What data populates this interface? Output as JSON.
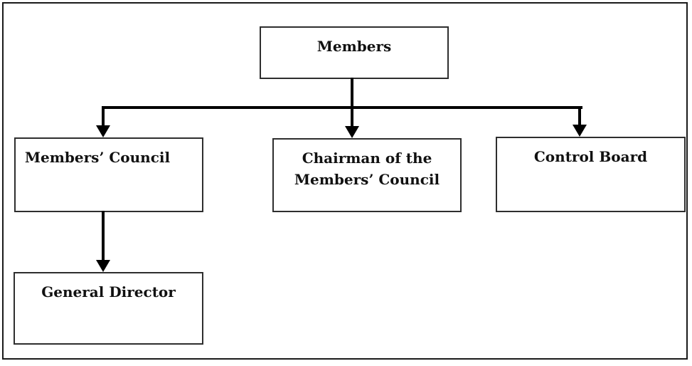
{
  "diagram": {
    "type": "org-chart",
    "nodes": {
      "members": {
        "label": "Members"
      },
      "members_council": {
        "label": "Members’ Council"
      },
      "chairman": {
        "label": "Chairman of the Members’ Council",
        "line1": "Chairman of the",
        "line2": "Members’ Council"
      },
      "control_board": {
        "label": "Control Board"
      },
      "general_director": {
        "label": "General Director"
      }
    },
    "edges": [
      {
        "from": "members",
        "to": "members_council"
      },
      {
        "from": "members",
        "to": "chairman"
      },
      {
        "from": "members",
        "to": "control_board"
      },
      {
        "from": "members_council",
        "to": "general_director"
      }
    ],
    "colors": {
      "background": "#ffffff",
      "box_border": "#2e2e2e",
      "connector": "#000000",
      "text": "#111111"
    }
  }
}
